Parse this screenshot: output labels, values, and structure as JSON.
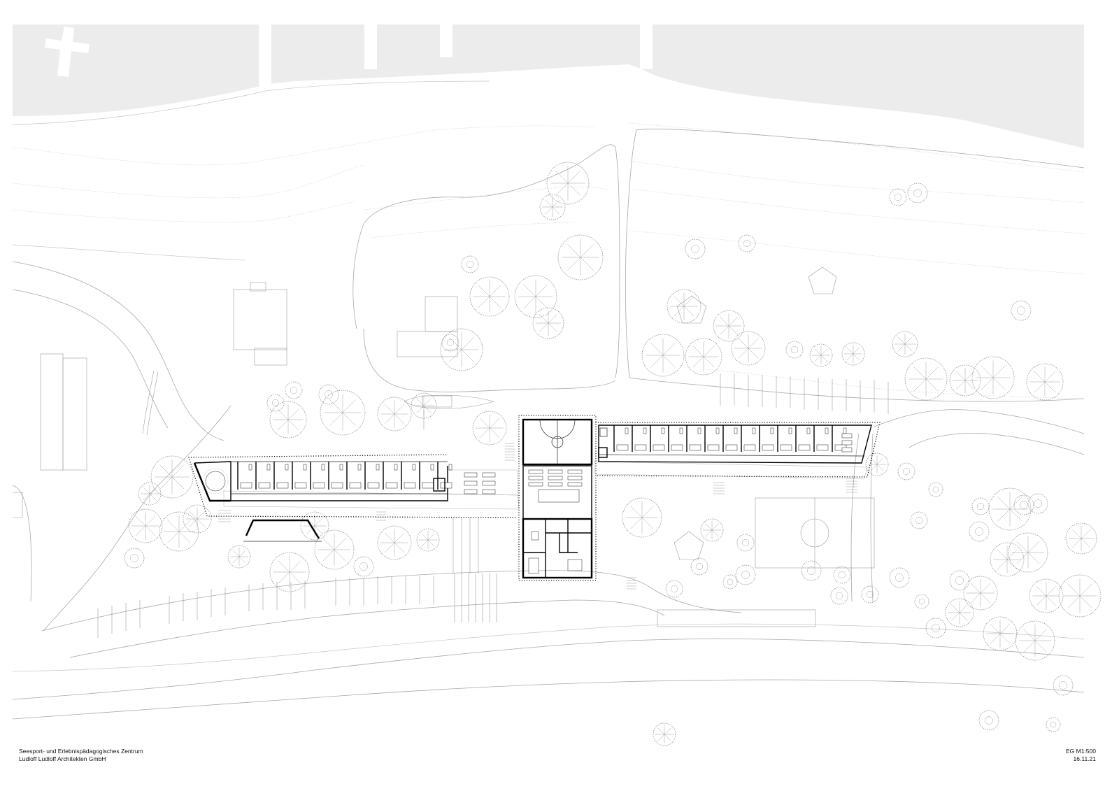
{
  "title_block": {
    "project": "Seesport- und Erlebnispädagogisches Zentrum",
    "office": "Ludloff Ludloff Architekten GmbH",
    "drawing": "EG M1:500",
    "date": "16.11.21"
  },
  "colors": {
    "paper": "#ffffff",
    "water": "#ececec",
    "linework": "#000000",
    "context": "#a9a9a9"
  }
}
